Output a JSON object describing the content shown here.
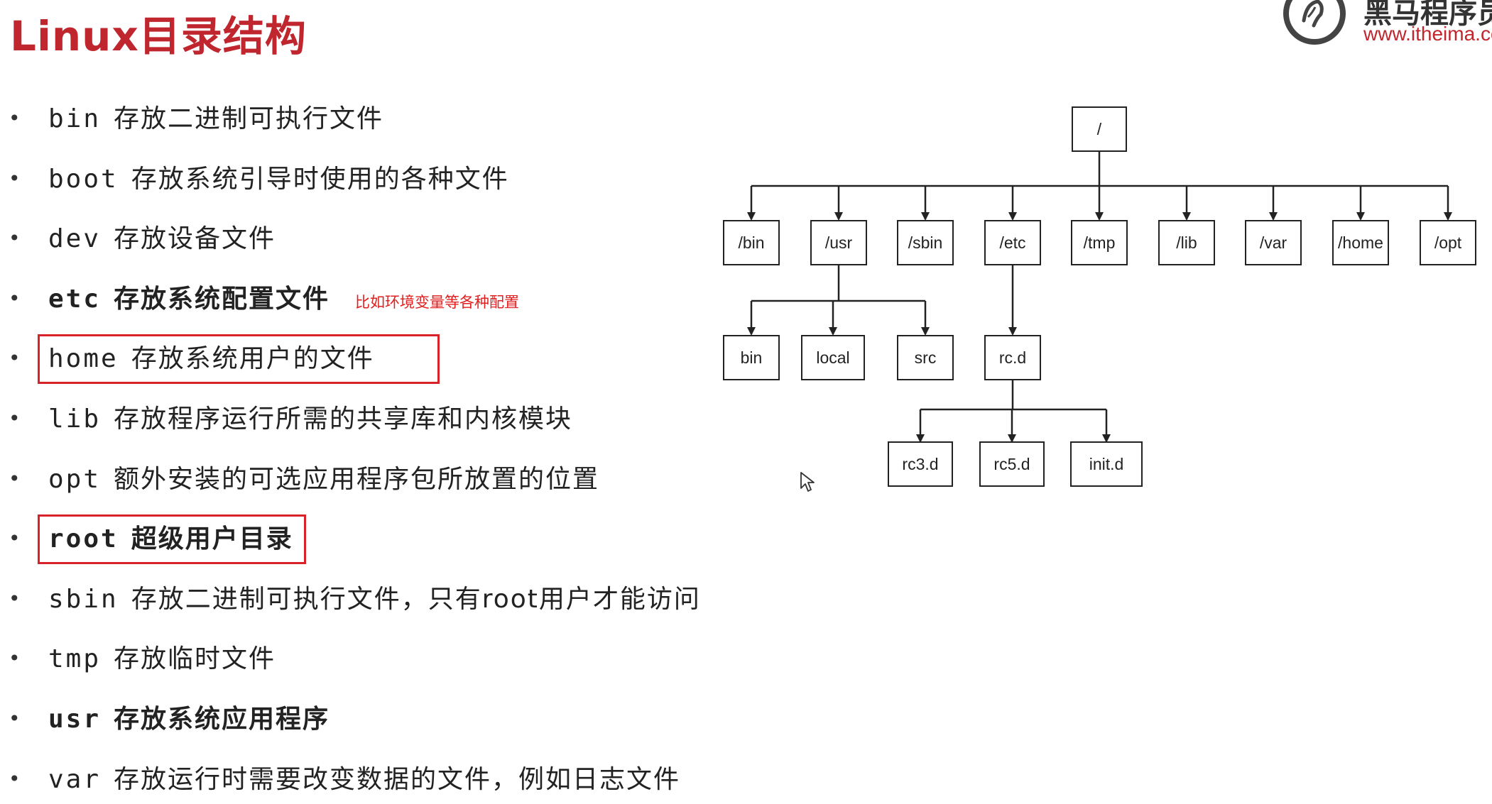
{
  "header": {
    "title": "Linux目录结构",
    "logo_brand": "黑马程序员",
    "logo_url": "www.itheima.com"
  },
  "items": [
    {
      "code": "bin",
      "desc": "存放二进制可执行文件"
    },
    {
      "code": "boot",
      "desc": "存放系统引导时使用的各种文件"
    },
    {
      "code": "dev",
      "desc": "存放设备文件"
    },
    {
      "code": "etc",
      "desc": "存放系统配置文件",
      "bold": true,
      "note": "比如环境变量等各种配置"
    },
    {
      "code": "home",
      "desc": "存放系统用户的文件",
      "highlight": true
    },
    {
      "code": "lib",
      "desc": "存放程序运行所需的共享库和内核模块"
    },
    {
      "code": "opt",
      "desc": "额外安装的可选应用程序包所放置的位置"
    },
    {
      "code": "root",
      "desc": "超级用户目录",
      "bold": true,
      "highlight": true
    },
    {
      "code": "sbin",
      "desc": "存放二进制可执行文件，只有root用户才能访问"
    },
    {
      "code": "tmp",
      "desc": "存放临时文件"
    },
    {
      "code": "usr",
      "desc": "存放系统应用程序",
      "bold": true
    },
    {
      "code": "var",
      "desc": "存放运行时需要改变数据的文件，例如日志文件"
    }
  ],
  "tree": {
    "root": "/",
    "level1": [
      "/bin",
      "/usr",
      "/sbin",
      "/etc",
      "/tmp",
      "/lib",
      "/var",
      "/home",
      "/opt"
    ],
    "usr_children": [
      "bin",
      "local",
      "src"
    ],
    "etc_children": [
      "rc.d"
    ],
    "rcd_children": [
      "rc3.d",
      "rc5.d",
      "init.d"
    ]
  },
  "colors": {
    "title": "#c0262d",
    "highlight_border": "#d8222a",
    "note": "#e02020",
    "tree_line": "#222222"
  }
}
